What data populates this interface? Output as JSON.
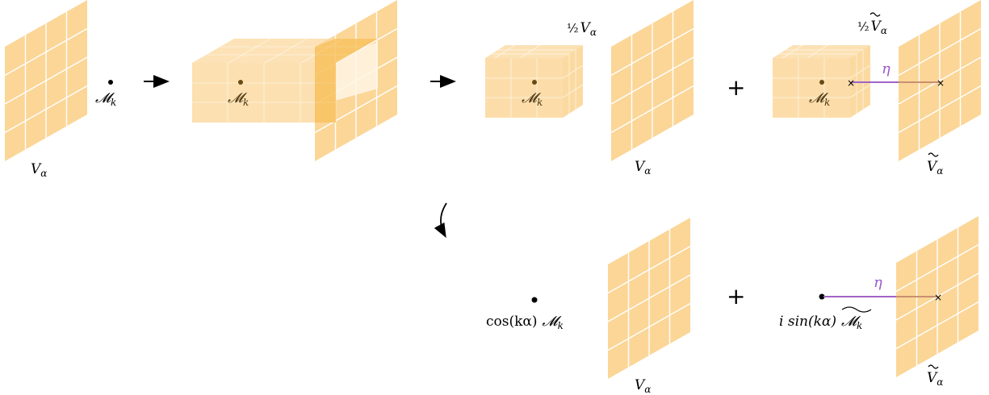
{
  "labels": {
    "V_alpha": "V",
    "alpha_sub": "α",
    "M_k": "𝓜",
    "k_sub": "k",
    "half": "½",
    "plus": "+",
    "eta": "η",
    "cos_prefix": "cos(kα)",
    "isin_prefix": "i sin(kα)"
  },
  "colors": {
    "plane_fill": "#fbd697",
    "plane_grid": "#ffffff",
    "cube_fill": "#fbd697",
    "eta_line": "#a064c8",
    "dot": "#000000"
  }
}
